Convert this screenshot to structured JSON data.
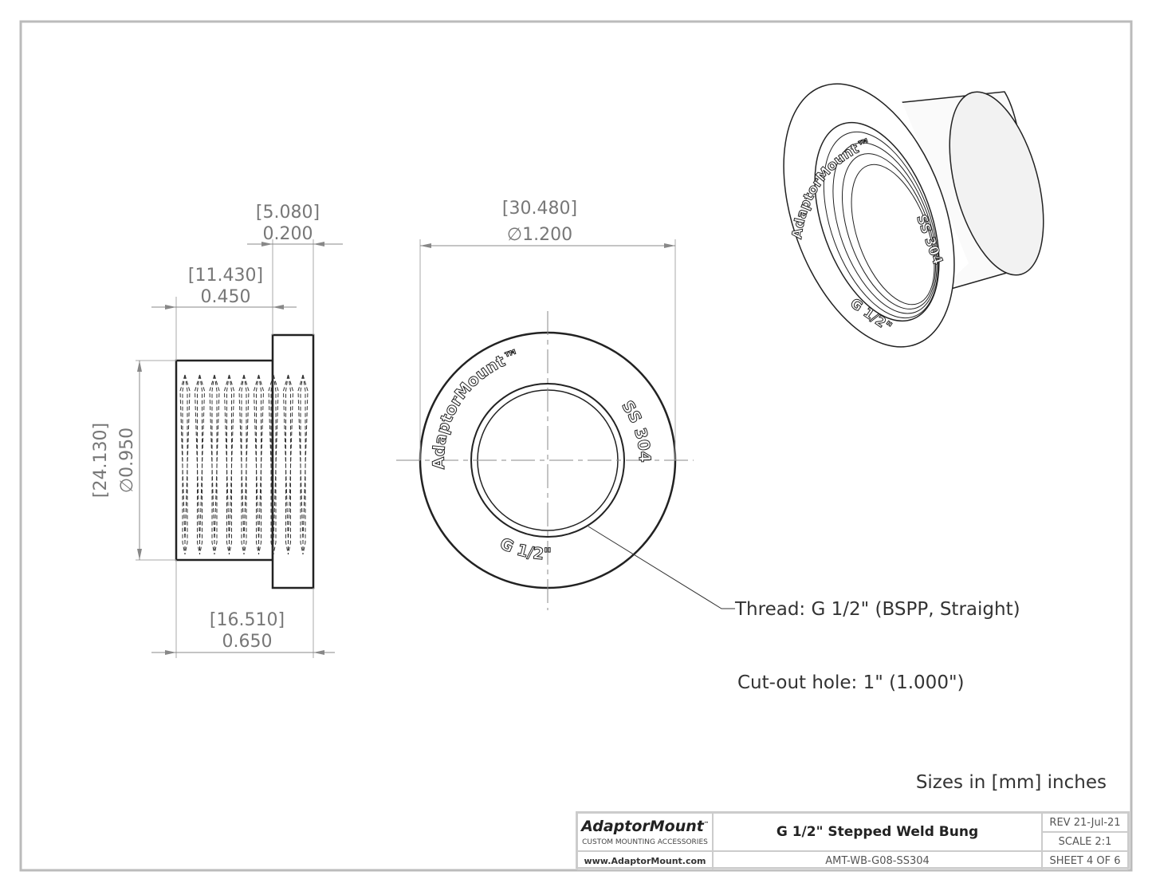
{
  "dimensions": {
    "flange_width": {
      "mm": "5.080",
      "in": "0.200"
    },
    "body_length": {
      "mm": "11.430",
      "in": "0.450"
    },
    "total_length": {
      "mm": "16.510",
      "in": "0.650"
    },
    "body_diameter": {
      "mm": "24.130",
      "in": "0.950",
      "symbol": "∅"
    },
    "flange_diameter": {
      "mm": "30.480",
      "in": "1.200",
      "symbol": "∅"
    }
  },
  "part_markings": {
    "brand": "AdaptorMount™",
    "material": "SS 304",
    "thread": "G 1/2\""
  },
  "notes": {
    "thread": "Thread: G 1/2\" (BSPP, Straight)",
    "cutout": "Cut-out hole: 1\" (1.000\")",
    "units": "Sizes in [mm] inches"
  },
  "title_block": {
    "company": "AdaptorMount",
    "tm": "™",
    "tagline": "CUSTOM MOUNTING ACCESSORIES",
    "website": "www.AdaptorMount.com",
    "title": "G 1/2\" Stepped Weld Bung",
    "part_number": "AMT-WB-G08-SS304",
    "rev": "REV 21-Jul-21",
    "scale": "SCALE 2:1",
    "sheet": "SHEET 4 OF 6"
  }
}
